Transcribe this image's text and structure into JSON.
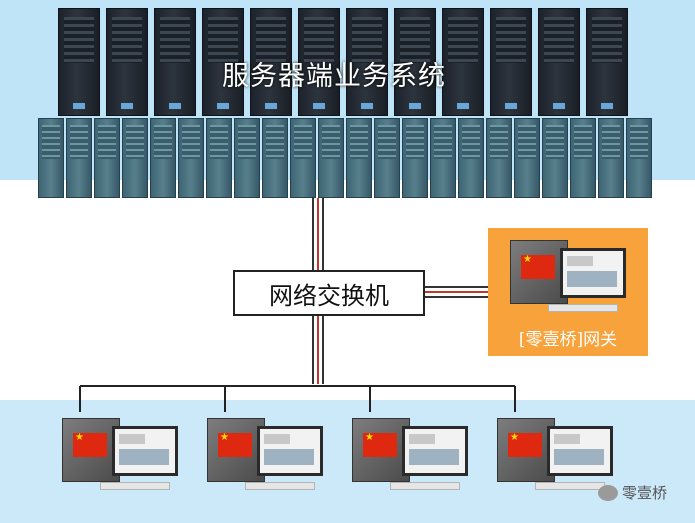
{
  "server": {
    "title": "服务器端业务系统"
  },
  "switch": {
    "label": "网络交换机"
  },
  "gateway": {
    "label": "[零壹桥]网关"
  },
  "client_pcs": [
    {
      "icon": "desktop-pc-icon"
    },
    {
      "icon": "desktop-pc-icon"
    },
    {
      "icon": "desktop-pc-icon"
    },
    {
      "icon": "desktop-pc-icon"
    }
  ],
  "watermark": {
    "text": "零壹桥",
    "icon": "wechat-icon"
  },
  "colors": {
    "top_band": "#bfe3f7",
    "bottom_band": "#cbe9f9",
    "gateway_bg": "#f7a23a",
    "link_red": "#c0392b",
    "link_dark": "#333333"
  }
}
